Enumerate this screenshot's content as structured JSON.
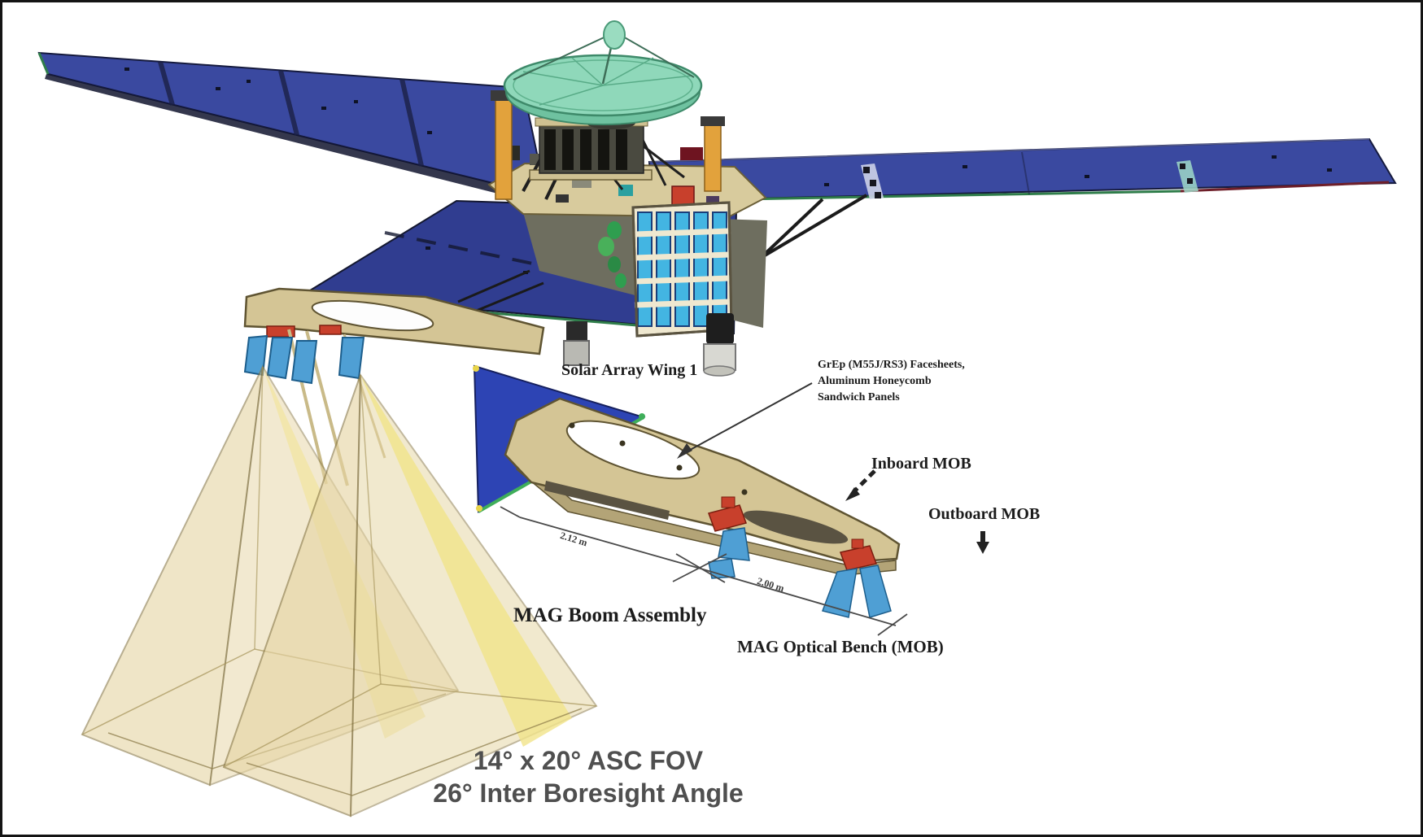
{
  "figure": {
    "title": "Spacecraft MAG boom diagram",
    "labels": {
      "solar_array_wing": "Solar Array Wing 1",
      "facesheet_note_line1": "GrEp (M55J/RS3) Facesheets,",
      "facesheet_note_line2": "Aluminum Honeycomb",
      "facesheet_note_line3": "Sandwich Panels",
      "inboard_mob": "Inboard MOB",
      "outboard_mob": "Outboard MOB",
      "mag_boom_assembly": "MAG Boom Assembly",
      "mag_optical_bench": "MAG Optical Bench (MOB)",
      "dim_inner": "2.12 m",
      "dim_outer": "2.00 m",
      "fov_line1": "14° x 20° ASC FOV",
      "fov_line2": "26° Inter Boresight Angle"
    },
    "colors": {
      "panel_blue": "#3a49a0",
      "panel_blue_dark": "#303d90",
      "inset_panel_blue": "#2d44b4",
      "boom_tan": "#d4c595",
      "boom_tan_dark": "#b3a477",
      "bus_tan": "#d8cb9d",
      "dish_mint": "#8fd8ba",
      "dish_mint_dark": "#6fc2a0",
      "radiator_cream": "#efe8d0",
      "cell_blue": "#43b5e2",
      "mast_orange": "#e2a23c",
      "bracket_red": "#c8402c",
      "cone_blue": "#4f9fd4",
      "fov_tan": "#e6d5a3",
      "fov_yellow": "#f1e489",
      "edge_green": "#2f9e4f",
      "ink": "#1c1c1c",
      "fov_text_gray": "#4f4f4f"
    }
  }
}
